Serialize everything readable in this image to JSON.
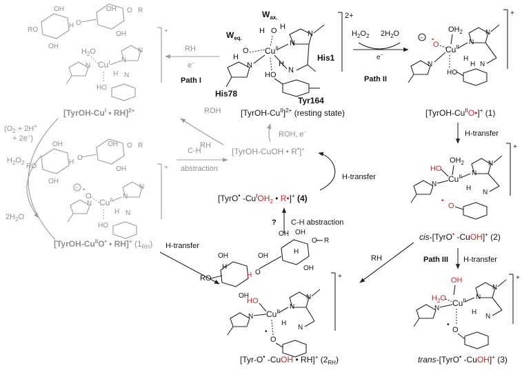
{
  "colors": {
    "black": "#111111",
    "grey": "#8f8f8f",
    "red": "#e02020"
  },
  "species": {
    "resting": {
      "prefix": "[TyrOH-Cu",
      "ox": "II",
      "suffix": "]",
      "charge": "2+",
      "note": " (resting state)"
    },
    "s1": {
      "prefix": "[TyrOH-Cu",
      "ox": "II",
      "red": "O•",
      "suffix": "]",
      "charge": "+",
      "num": " (1)"
    },
    "s2": {
      "cis": "cis",
      "prefix": "-[TyrO",
      "radical": "•",
      "mid": " -Cu",
      "red": "OH",
      "suffix": "]",
      "charge": "+",
      "num": " (2)"
    },
    "s3": {
      "trans": "trans",
      "prefix": "-[TyrO",
      "radical": "•",
      "mid": " -Cu",
      "red": "OH",
      "suffix": "]",
      "charge": "+",
      "num": " (3)"
    },
    "s4": {
      "prefix": "[TyrO",
      "radical": "•",
      "mid": " -Cu",
      "ox": "I",
      "red1": "OH",
      "red1sub": "2",
      "dot": " • ",
      "red2": "R•",
      "suffix": "]",
      "charge": "+",
      "num": " (4)"
    },
    "s2rh": {
      "prefix": "[Tyr-O",
      "radical": "•",
      "mid": " -Cu",
      "red": "OH",
      "dot": " • RH]",
      "charge": "+",
      "num": " (2",
      "sub": "RH",
      "close": ")"
    },
    "s1rh": {
      "prefix": "[TyrOH-Cu",
      "ox": "II",
      "mid": "O",
      "radical": "•",
      "dot": " • RH]",
      "charge": "+",
      "num": " (1",
      "sub": "RH",
      "close": ")"
    },
    "cuI": {
      "prefix": "[TyrOH-Cu",
      "ox": "I",
      "dot": " • RH]",
      "charge": "2+"
    },
    "cuohR": {
      "text": "[TyrOH-CuOH • R",
      "radical": "•",
      "close": "]",
      "charge": "+"
    }
  },
  "labels": {
    "wax": "W",
    "wax_sub": "ax.",
    "weq": "W",
    "weq_sub": "eq.",
    "his1": "His1",
    "his78": "His78",
    "tyr164": "Tyr164",
    "charge_center": "2+",
    "h2o2": "H",
    "h2o2_a": "2",
    "h2o2_b": "O",
    "h2o2_c": "2",
    "twoh2o": "2H",
    "twoh2o_a": "2",
    "twoh2o_b": "O",
    "e_minus": "e",
    "path1": "Path I",
    "path2": "Path II",
    "path3": "Path III",
    "rh": "RH",
    "rh_left": "RH",
    "e_left": "e",
    "roh": "ROH",
    "rh2": "RH",
    "roh_e": "ROH, e",
    "o2_line1": "(O",
    "o2_line2": " + 2H",
    "o2_line3": "+ 2e",
    "h2o2_left": "H",
    "h2o_left": "2H",
    "ch_abs1": "C-H",
    "ch_abs2": "abstraction",
    "htransfer1": "H-transfer",
    "htransfer2": "H-transfer",
    "htransfer3": "H-transfer",
    "htransfer4": "H-transfer",
    "ch_abstraction": "C-H abstraction",
    "question": "?",
    "rh_right": "RH",
    "atom_oh2": "OH",
    "atom_oh2_sub": "2",
    "atom_h2o": "H",
    "atom_ho": "HO",
    "cu": "Cu",
    "cu_ii": "II",
    "cu_i": "I",
    "n": "N",
    "h": "H",
    "o": "O",
    "r": "R",
    "ro": "RO",
    "oh": "OH",
    "plus": "+"
  }
}
